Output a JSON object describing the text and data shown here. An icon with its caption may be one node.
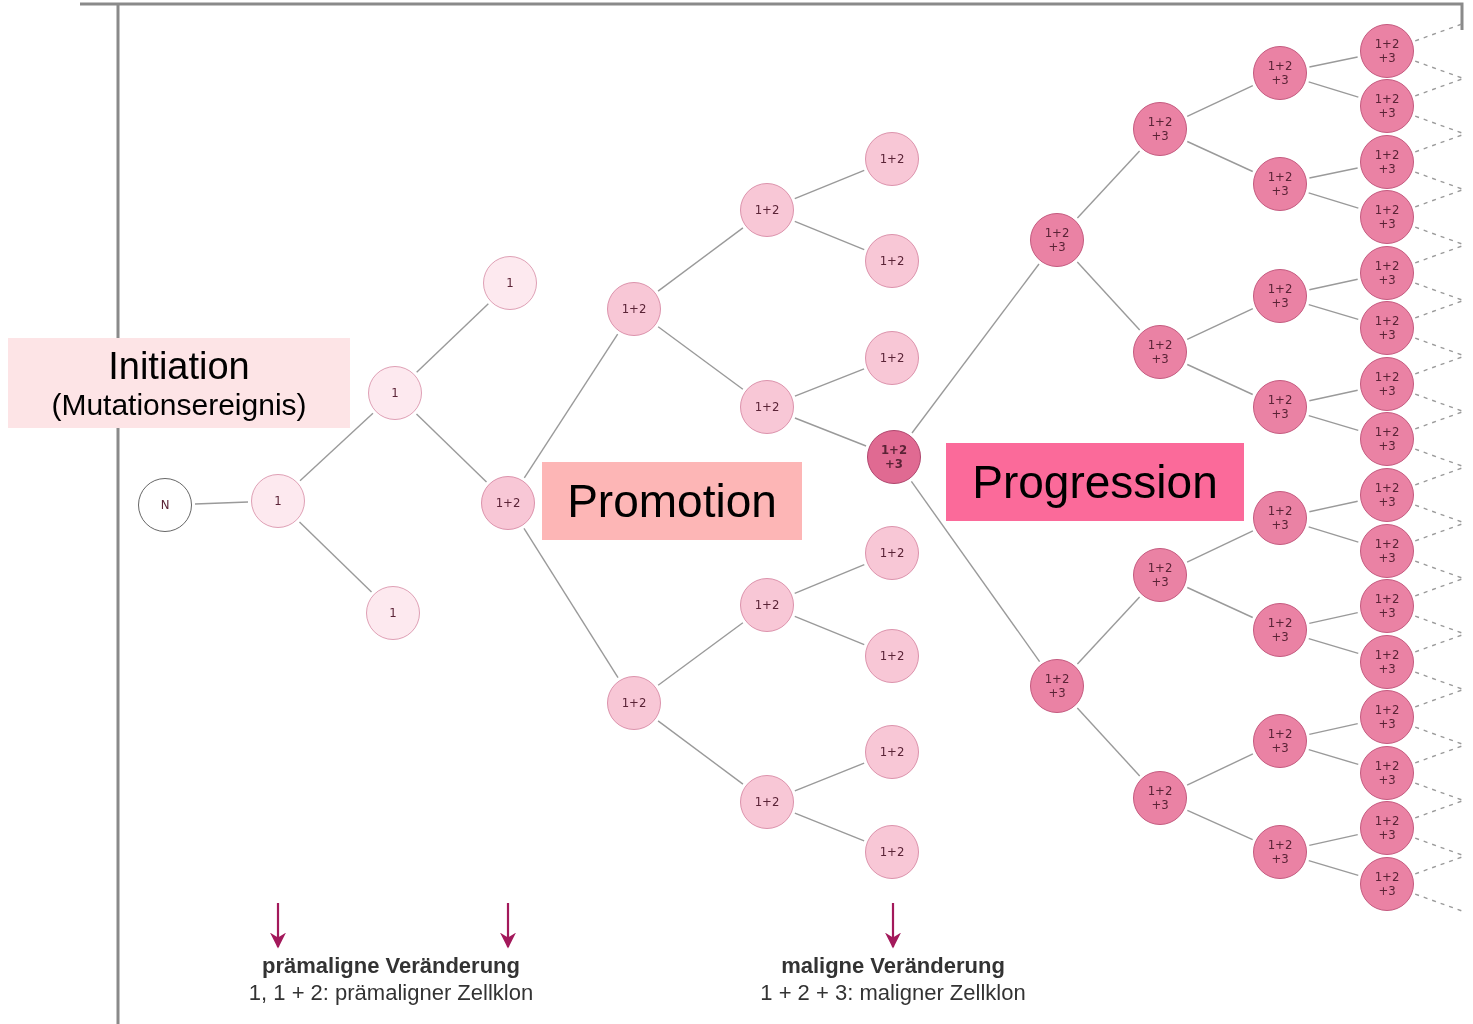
{
  "diagram": {
    "nodes": [
      {
        "text": [
          "Initiation",
          "(Mutationsereignis)"
        ]
      },
      {
        "text": [
          "N"
        ]
      },
      {
        "text": [
          "1"
        ]
      },
      {
        "text": [
          "1"
        ]
      },
      {
        "text": [
          "1"
        ]
      },
      {
        "text": [
          "1"
        ]
      },
      {
        "text": [
          "1+2"
        ]
      },
      {
        "text": [
          "Promotion"
        ]
      },
      {
        "text": [
          "1+2"
        ]
      },
      {
        "text": [
          "1+2"
        ]
      },
      {
        "text": [
          "1+2"
        ]
      },
      {
        "text": [
          "1+2"
        ]
      },
      {
        "text": [
          "1+2"
        ]
      },
      {
        "text": [
          "1+2"
        ]
      },
      {
        "text": [
          "1+2"
        ]
      },
      {
        "text": [
          "1+2"
        ]
      },
      {
        "text": [
          "1+2"
        ]
      },
      {
        "text": [
          "1+2 +3"
        ]
      },
      {
        "text": [
          "1+2"
        ]
      },
      {
        "text": [
          "1+2"
        ]
      },
      {
        "text": [
          "1+2"
        ]
      },
      {
        "text": [
          "1+2"
        ]
      },
      {
        "text": [
          "Progression"
        ]
      },
      {
        "text": [
          "1+2 +3"
        ]
      },
      {
        "text": [
          "1+2 +3"
        ]
      },
      {
        "text": [
          "1+2 +3"
        ]
      },
      {
        "text": [
          "1+2 +3"
        ]
      },
      {
        "text": [
          "1+2 +3"
        ]
      },
      {
        "text": [
          "1+2 +3"
        ]
      },
      {
        "text": [
          "1+2 +3"
        ]
      },
      {
        "text": [
          "1+2 +3"
        ]
      },
      {
        "text": [
          "1+2 +3"
        ]
      },
      {
        "text": [
          "1+2 +3"
        ]
      },
      {
        "text": [
          "1+2 +3"
        ]
      },
      {
        "text": [
          "1+2 +3"
        ]
      },
      {
        "text": [
          "1+2 +3"
        ]
      },
      {
        "text": [
          "1+2 +3"
        ]
      },
      {
        "text": [
          "1+2 +3"
        ]
      },
      {
        "text": [
          "1+2 +3"
        ]
      },
      {
        "text": [
          "1+2 +3"
        ]
      },
      {
        "text": [
          "1+2 +3"
        ]
      },
      {
        "text": [
          "1+2 +3"
        ]
      },
      {
        "text": [
          "1+2 +3"
        ]
      },
      {
        "text": [
          "1+2 +3"
        ]
      },
      {
        "text": [
          "1+2 +3"
        ]
      },
      {
        "text": [
          "1+2 +3"
        ]
      },
      {
        "text": [
          "1+2 +3"
        ]
      },
      {
        "text": [
          "1+2 +3"
        ]
      },
      {
        "text": [
          "1+2 +3"
        ]
      },
      {
        "text": [
          "1+2 +3"
        ]
      },
      {
        "text": [
          "1+2 +3"
        ]
      },
      {
        "text": [
          "1+2 +3"
        ]
      },
      {
        "text": [
          "1+2 +3"
        ]
      },
      {
        "text": [
          "prämaligne Veränderung",
          "1, 1 + 2: prämaligner Zellklon"
        ]
      },
      {
        "text": [
          "maligne Veränderung",
          "1 + 2 + 3: maligner Zellklon"
        ]
      }
    ],
    "edges": [
      {
        "from": 1,
        "to": 2,
        "arrow": "none"
      },
      {
        "from": 2,
        "to": 3,
        "arrow": "none"
      },
      {
        "from": 2,
        "to": 4,
        "arrow": "none"
      },
      {
        "from": 3,
        "to": 5,
        "arrow": "none"
      },
      {
        "from": 3,
        "to": 6,
        "arrow": "none"
      },
      {
        "from": 6,
        "to": 8,
        "arrow": "none"
      },
      {
        "from": 6,
        "to": 9,
        "arrow": "none"
      },
      {
        "from": 8,
        "to": 10,
        "arrow": "none"
      },
      {
        "from": 8,
        "to": 11,
        "arrow": "none"
      },
      {
        "from": 9,
        "to": 12,
        "arrow": "none"
      },
      {
        "from": 9,
        "to": 13,
        "arrow": "none"
      },
      {
        "from": 10,
        "to": 14,
        "arrow": "none"
      },
      {
        "from": 10,
        "to": 15,
        "arrow": "none"
      },
      {
        "from": 11,
        "to": 16,
        "arrow": "none"
      },
      {
        "from": 11,
        "to": 17,
        "arrow": "none"
      },
      {
        "from": 12,
        "to": 18,
        "arrow": "none"
      },
      {
        "from": 12,
        "to": 19,
        "arrow": "none"
      },
      {
        "from": 13,
        "to": 20,
        "arrow": "none"
      },
      {
        "from": 13,
        "to": 21,
        "arrow": "none"
      },
      {
        "from": 17,
        "to": 23,
        "arrow": "none"
      },
      {
        "from": 17,
        "to": 24,
        "arrow": "none"
      },
      {
        "from": 23,
        "to": 25,
        "arrow": "none"
      },
      {
        "from": 23,
        "to": 26,
        "arrow": "none"
      },
      {
        "from": 24,
        "to": 27,
        "arrow": "none"
      },
      {
        "from": 24,
        "to": 28,
        "arrow": "none"
      },
      {
        "from": 25,
        "to": 29,
        "arrow": "none"
      },
      {
        "from": 25,
        "to": 30,
        "arrow": "none"
      },
      {
        "from": 26,
        "to": 31,
        "arrow": "none"
      },
      {
        "from": 26,
        "to": 32,
        "arrow": "none"
      },
      {
        "from": 27,
        "to": 33,
        "arrow": "none"
      },
      {
        "from": 27,
        "to": 34,
        "arrow": "none"
      },
      {
        "from": 28,
        "to": 35,
        "arrow": "none"
      },
      {
        "from": 28,
        "to": 36,
        "arrow": "none"
      },
      {
        "from": 29,
        "to": 37,
        "arrow": "none"
      },
      {
        "from": 29,
        "to": 38,
        "arrow": "none"
      },
      {
        "from": 30,
        "to": 39,
        "arrow": "none"
      },
      {
        "from": 30,
        "to": 40,
        "arrow": "none"
      },
      {
        "from": 31,
        "to": 41,
        "arrow": "none"
      },
      {
        "from": 31,
        "to": 42,
        "arrow": "none"
      },
      {
        "from": 32,
        "to": 43,
        "arrow": "none"
      },
      {
        "from": 32,
        "to": 44,
        "arrow": "none"
      },
      {
        "from": 33,
        "to": 45,
        "arrow": "none"
      },
      {
        "from": 33,
        "to": 46,
        "arrow": "none"
      },
      {
        "from": 34,
        "to": 47,
        "arrow": "none"
      },
      {
        "from": 34,
        "to": 48,
        "arrow": "none"
      },
      {
        "from": 35,
        "to": 49,
        "arrow": "none"
      },
      {
        "from": 35,
        "to": 50,
        "arrow": "none"
      },
      {
        "from": 36,
        "to": 51,
        "arrow": "none"
      },
      {
        "from": 36,
        "to": 52,
        "arrow": "none"
      },
      {
        "from": 37,
        "to": null,
        "arrow": "none",
        "style": "dashed"
      },
      {
        "from": 37,
        "to": null,
        "arrow": "none",
        "style": "dashed"
      },
      {
        "from": 38,
        "to": null,
        "arrow": "none",
        "style": "dashed"
      },
      {
        "from": 38,
        "to": null,
        "arrow": "none",
        "style": "dashed"
      },
      {
        "from": 39,
        "to": null,
        "arrow": "none",
        "style": "dashed"
      },
      {
        "from": 39,
        "to": null,
        "arrow": "none",
        "style": "dashed"
      },
      {
        "from": 40,
        "to": null,
        "arrow": "none",
        "style": "dashed"
      },
      {
        "from": 40,
        "to": null,
        "arrow": "none",
        "style": "dashed"
      },
      {
        "from": 41,
        "to": null,
        "arrow": "none",
        "style": "dashed"
      },
      {
        "from": 41,
        "to": null,
        "arrow": "none",
        "style": "dashed"
      },
      {
        "from": 42,
        "to": null,
        "arrow": "none",
        "style": "dashed"
      },
      {
        "from": 42,
        "to": null,
        "arrow": "none",
        "style": "dashed"
      },
      {
        "from": 43,
        "to": null,
        "arrow": "none",
        "style": "dashed"
      },
      {
        "from": 43,
        "to": null,
        "arrow": "none",
        "style": "dashed"
      },
      {
        "from": 44,
        "to": null,
        "arrow": "none",
        "style": "dashed"
      },
      {
        "from": 44,
        "to": null,
        "arrow": "none",
        "style": "dashed"
      },
      {
        "from": 45,
        "to": null,
        "arrow": "none",
        "style": "dashed"
      },
      {
        "from": 45,
        "to": null,
        "arrow": "none",
        "style": "dashed"
      },
      {
        "from": 46,
        "to": null,
        "arrow": "none",
        "style": "dashed"
      },
      {
        "from": 46,
        "to": null,
        "arrow": "none",
        "style": "dashed"
      },
      {
        "from": 47,
        "to": null,
        "arrow": "none",
        "style": "dashed"
      },
      {
        "from": 47,
        "to": null,
        "arrow": "none",
        "style": "dashed"
      },
      {
        "from": 48,
        "to": null,
        "arrow": "none",
        "style": "dashed"
      },
      {
        "from": 48,
        "to": null,
        "arrow": "none",
        "style": "dashed"
      },
      {
        "from": 49,
        "to": null,
        "arrow": "none",
        "style": "dashed"
      },
      {
        "from": 49,
        "to": null,
        "arrow": "none",
        "style": "dashed"
      },
      {
        "from": 50,
        "to": null,
        "arrow": "none",
        "style": "dashed"
      },
      {
        "from": 50,
        "to": null,
        "arrow": "none",
        "style": "dashed"
      },
      {
        "from": 51,
        "to": null,
        "arrow": "none",
        "style": "dashed"
      },
      {
        "from": 51,
        "to": null,
        "arrow": "none",
        "style": "dashed"
      },
      {
        "from": 52,
        "to": null,
        "arrow": "none",
        "style": "dashed"
      },
      {
        "from": 52,
        "to": null,
        "arrow": "none",
        "style": "dashed"
      },
      {
        "from": null,
        "to": 53,
        "arrow": "to",
        "color": "#a3195b"
      },
      {
        "from": null,
        "to": 53,
        "arrow": "to",
        "color": "#a3195b"
      },
      {
        "from": null,
        "to": 54,
        "arrow": "to",
        "color": "#a3195b"
      }
    ]
  }
}
